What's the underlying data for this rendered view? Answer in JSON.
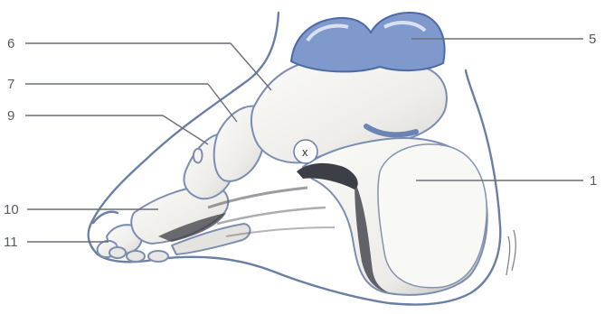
{
  "labels": {
    "l1": "1",
    "l5": "5",
    "l6": "6",
    "l7": "7",
    "l9": "9",
    "l10": "10",
    "l11": "11",
    "x_mark": "x"
  },
  "colors": {
    "cartilage": "#7f99cc",
    "cartilage_highlight": "#d5e6f7",
    "outline": "#6a7fa6",
    "bone": "#f2f1ee",
    "shadow": "#3d3f46"
  }
}
